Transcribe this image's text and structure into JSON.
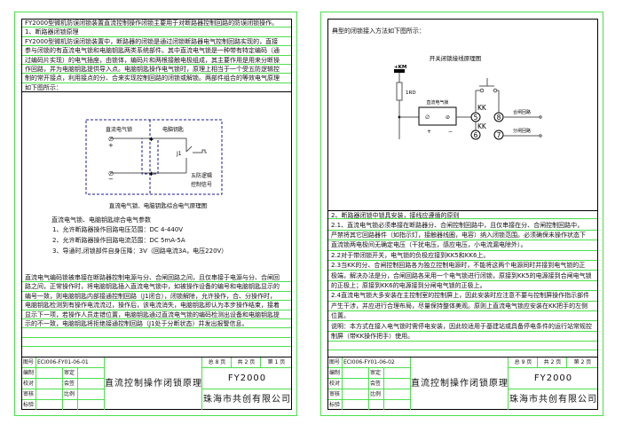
{
  "page1": {
    "rows": [
      "FY2000型微机防误闭锁装置直流控制操作闭锁主要用于对断路器控制回路的防误闭锁操作。",
      "1、断路器闭锁原理",
      "FY2000型微机防误闭锁装置中，断路器的闭锁是通过闭锁断路器电气控制回路实现的，直接",
      "参与闭锁的有直流电气锁和电脑钥匙两类系统部件。其中直流电气锁是一种带有特定编码（通",
      "过编码片实现）的电气插座，由锁体，编码片和两根接触电极组成，其主要作用是用来分断操",
      "作回路，并为电脑钥匙提供导入点。电脑钥匙操作电气锁时，原理上相当于一个受五防逻辑控",
      "制的常开接点，利用接点的分、合来实现控制回路的闭锁或解锁。两部件组合的等效电气原理",
      "如下图所示："
    ],
    "diagram": {
      "left_label": "直流电气锁",
      "right_label": "电脑钥匙",
      "switch_label": "J1",
      "signal_label_1": "五防逻辑",
      "signal_label_2": "控制信号",
      "plus": "+",
      "minus": "−",
      "caption": "直流电气锁、电脑钥匙综合电气原理图"
    },
    "params": {
      "heading": "直流电气锁、电脑钥匙综合电气参数",
      "items": [
        "1、允许断路器操作回路电压范围：DC  4-440V",
        "2、允许断路器操作回路电流范围：DC  5mA-5A",
        "3、导通时,闭锁部件自身压降：3V（回路电流3A，电压220V）"
      ]
    },
    "paragraph": [
      "直流电气编码锁被串接在断路器控制电源与分、合闸回路之间，且仅串接于电源与分、合闸回",
      "路之间，正常操作时，将电脑钥匙插入直流电气锁中，如被操作设备的编号和电脑钥匙显示的",
      "编号一致，则电脑钥匙内部接通控制回路（J1闭合），闭锁解除，允许操作，合、分操作时，",
      "电脑钥匙检测到有操作电流流过，操作后，该电流消失，电脑钥匙即认为本步操作结束，接着",
      "显示下一项，若操作人员走错位置，电脑钥匙通过直流电气锁的编码检测出设备和电脑钥匙提",
      "示的不一致，电脑钥匙将拒绝接通控制回路（J1处于分断状态）并发出报警信息。"
    ],
    "title_block": {
      "drawing_no_label": "图号",
      "drawing_no": "ECI006-FY01-06-01",
      "labels": [
        "编制",
        "校对",
        "审核",
        "标验"
      ],
      "labels2": [
        "审定",
        "会签",
        "比例"
      ],
      "title": "直流控制操作闭锁原理",
      "total": "总 8 页",
      "count": "共 2 页",
      "page": "第 1 页",
      "product": "FY2000",
      "company": "珠海市共创有限公司"
    }
  },
  "page2": {
    "intro": "典型的闭锁接入方法如下图所示：",
    "diagram": {
      "title": "开关闭锁接线原理图",
      "km": "+KM",
      "resistor": "1RD",
      "lock_label": "直流电气锁",
      "plus": "+",
      "minus": "−",
      "kk_top": "KK",
      "kk_bottom": "KK",
      "terminals": [
        "5",
        "8",
        "6",
        "7"
      ],
      "close_circuit": "合闸回路",
      "open_circuit": "分闸回路"
    },
    "rows": [
      "2、断路器闭锁中锁具安装，接线应遵循的原则",
      "2.1、直流电气锁必须串接在断路器分、合闸控制回路中，且仅串接在分、合闸控制回路中，",
      "严禁将其它回路器件（如指示灯，接触器线圈，电容）纳入闭锁范围。必须确保未操作状态下",
      "直流锁两电极间无确定电压（干扰电压，感应电压，小电流漏电除外）。",
      "2.2对于带闭锁开关，电气锁的负极应接到KK5和KK6上。",
      "2.3当KK的分、合闸控制回路各为独立控制电源时，不能将这两个电源同时并接到电气锁的正",
      "极端，解决办法是分，合闸回路各采用一个电气锁进行闭锁，原接到KK5的电源接到合闸电气锁",
      "的正极上；原接到KK6的电源接到分闸电气锁的正极上。",
      "2.4直流电气锁大多安装在主控制室的控制屏上，因此安装时应注意不要与控制屏操作指示部件",
      "产生干涉，并应进行合理布局，尽量保持整体美观。原则上直流电气锁应安装在KK把手的左侧",
      "位置。",
      "说明：本方式在接入电气锁时需停电安装，因此较适用于基建站或具备停电条件的运行站常规控",
      "制屏（带KK操作把手）使用。"
    ],
    "title_block": {
      "drawing_no_label": "图号",
      "drawing_no": "ECI006-FY01-06-02",
      "labels": [
        "编制",
        "校对",
        "审核",
        "标验"
      ],
      "labels2": [
        "审定",
        "会签",
        "比例"
      ],
      "title": "直流控制操作闭锁原理",
      "total": "总 9 页",
      "count": "共 2 页",
      "page": "第 2 页",
      "product": "FY2000",
      "company": "珠海市共创有限公司"
    }
  }
}
